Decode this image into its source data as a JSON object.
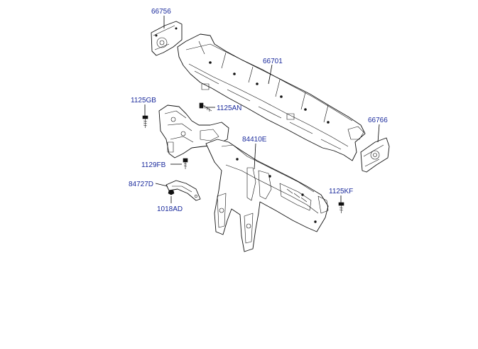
{
  "diagram": {
    "parts": [
      {
        "id": "p66756",
        "label": "66756"
      },
      {
        "id": "p66701",
        "label": "66701"
      },
      {
        "id": "p1125GB",
        "label": "1125GB"
      },
      {
        "id": "p1125AN",
        "label": "1125AN"
      },
      {
        "id": "p66766",
        "label": "66766"
      },
      {
        "id": "p84410E",
        "label": "84410E"
      },
      {
        "id": "p1129FB",
        "label": "1129FB"
      },
      {
        "id": "p84727D",
        "label": "84727D"
      },
      {
        "id": "p1125KF",
        "label": "1125KF"
      },
      {
        "id": "p1018AD",
        "label": "1018AD"
      }
    ]
  },
  "colors": {
    "label": "#1a2a9c",
    "line": "#111111",
    "background": "#ffffff"
  }
}
